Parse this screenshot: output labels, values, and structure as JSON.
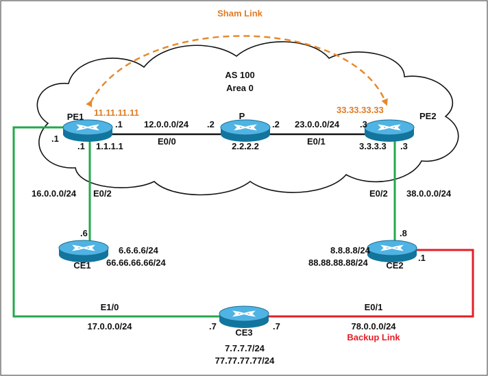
{
  "sham_link": {
    "label": "Sham Link",
    "color": "#e48a2c"
  },
  "cloud": {
    "as_label": "AS 100",
    "area_label": "Area 0"
  },
  "routers": {
    "pe1": {
      "name": "PE1",
      "loopback_vrf": "11.11.11.11",
      "loopback": "1.1.1.1",
      "if_p": ".1",
      "if_ce3": ".1",
      "if_ce1": ".1"
    },
    "p": {
      "name": "P",
      "loopback": "2.2.2.2",
      "if_pe1": ".2",
      "if_pe2": ".2"
    },
    "pe2": {
      "name": "PE2",
      "loopback_vrf": "33.33.33.33",
      "loopback": "3.3.3.3",
      "if_p": ".3",
      "if_ce2": ".3"
    },
    "ce1": {
      "name": "CE1",
      "if": ".6",
      "net1": "6.6.6.6/24",
      "net2": "66.66.66.66/24"
    },
    "ce2": {
      "name": "CE2",
      "if_pe2": ".8",
      "if_ce3": ".1",
      "net1": "8.8.8.8/24",
      "net2": "88.88.88.88/24"
    },
    "ce3": {
      "name": "CE3",
      "if_left": ".7",
      "if_right": ".7",
      "net1": "7.7.7.7/24",
      "net2": "77.77.77.77/24"
    }
  },
  "links": {
    "pe1_p": {
      "subnet": "12.0.0.0/24",
      "iface": "E0/0"
    },
    "p_pe2": {
      "subnet": "23.0.0.0/24",
      "iface": "E0/1"
    },
    "pe1_ce1": {
      "subnet": "16.0.0.0/24",
      "iface": "E0/2"
    },
    "pe2_ce2": {
      "subnet": "38.0.0.0/24",
      "iface": "E0/2"
    },
    "pe1_ce3": {
      "subnet": "17.0.0.0/24",
      "iface": "E1/0"
    },
    "ce2_ce3": {
      "subnet": "78.0.0.0/24",
      "iface": "E0/1",
      "note": "Backup Link"
    }
  },
  "colors": {
    "green_link": "#22a84a",
    "red_link": "#e41e26",
    "core_link": "#111111",
    "router_body": "#1a8fc0",
    "router_top": "#4fb3e3",
    "orange_text": "#e07b24",
    "red_text": "#e41e26"
  }
}
